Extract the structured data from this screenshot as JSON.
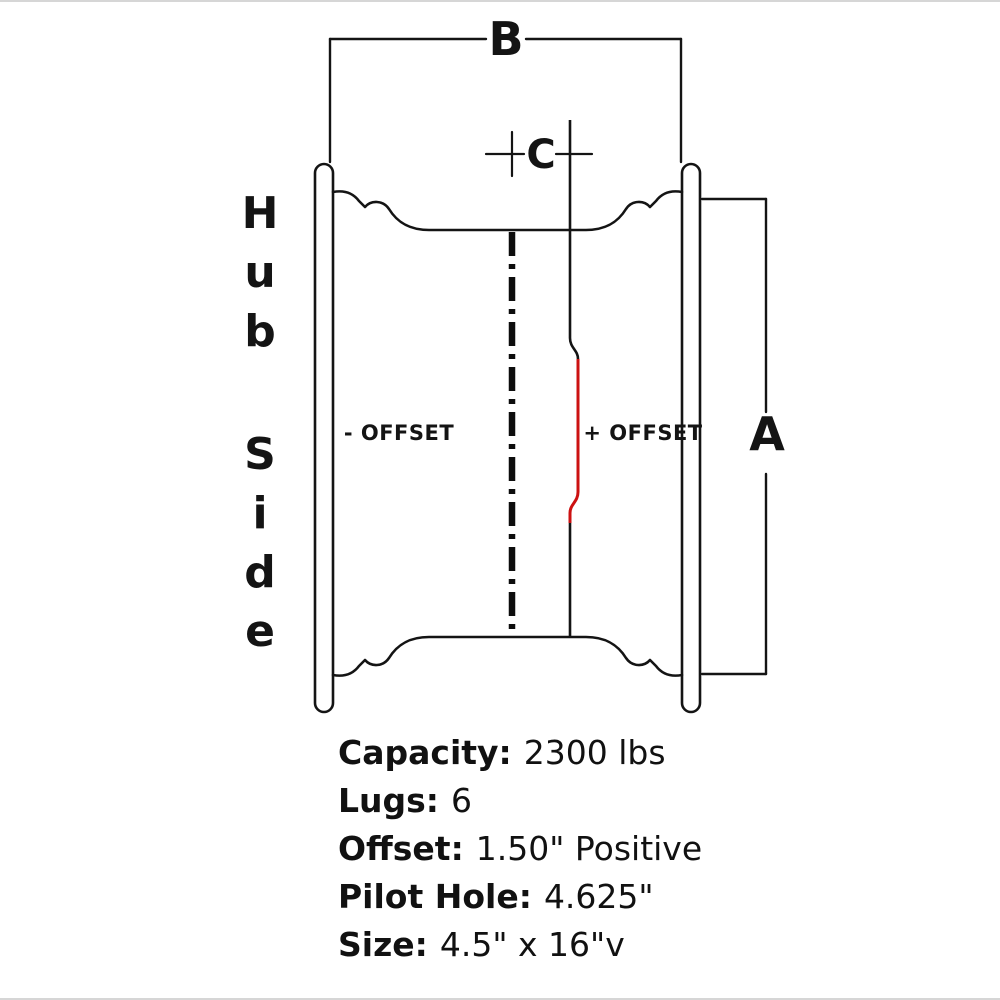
{
  "diagram": {
    "labels": {
      "dim_b": "B",
      "dim_c": "C",
      "dim_a": "A",
      "negative_offset": "- OFFSET",
      "positive_offset": "+ OFFSET"
    },
    "hub_side": {
      "word1": [
        "H",
        "u",
        "b"
      ],
      "word2": [
        "S",
        "i",
        "d",
        "e"
      ]
    },
    "colors": {
      "line": "#141414",
      "offset_highlight": "#cc1111"
    }
  },
  "specs": {
    "rows": [
      {
        "label": "Capacity:",
        "value": "2300 lbs"
      },
      {
        "label": "Lugs:",
        "value": "6"
      },
      {
        "label": "Offset:",
        "value": "1.50\" Positive"
      },
      {
        "label": "Pilot Hole:",
        "value": "4.625\""
      },
      {
        "label": "Size:",
        "value": "4.5\" x 16\"v"
      }
    ]
  }
}
